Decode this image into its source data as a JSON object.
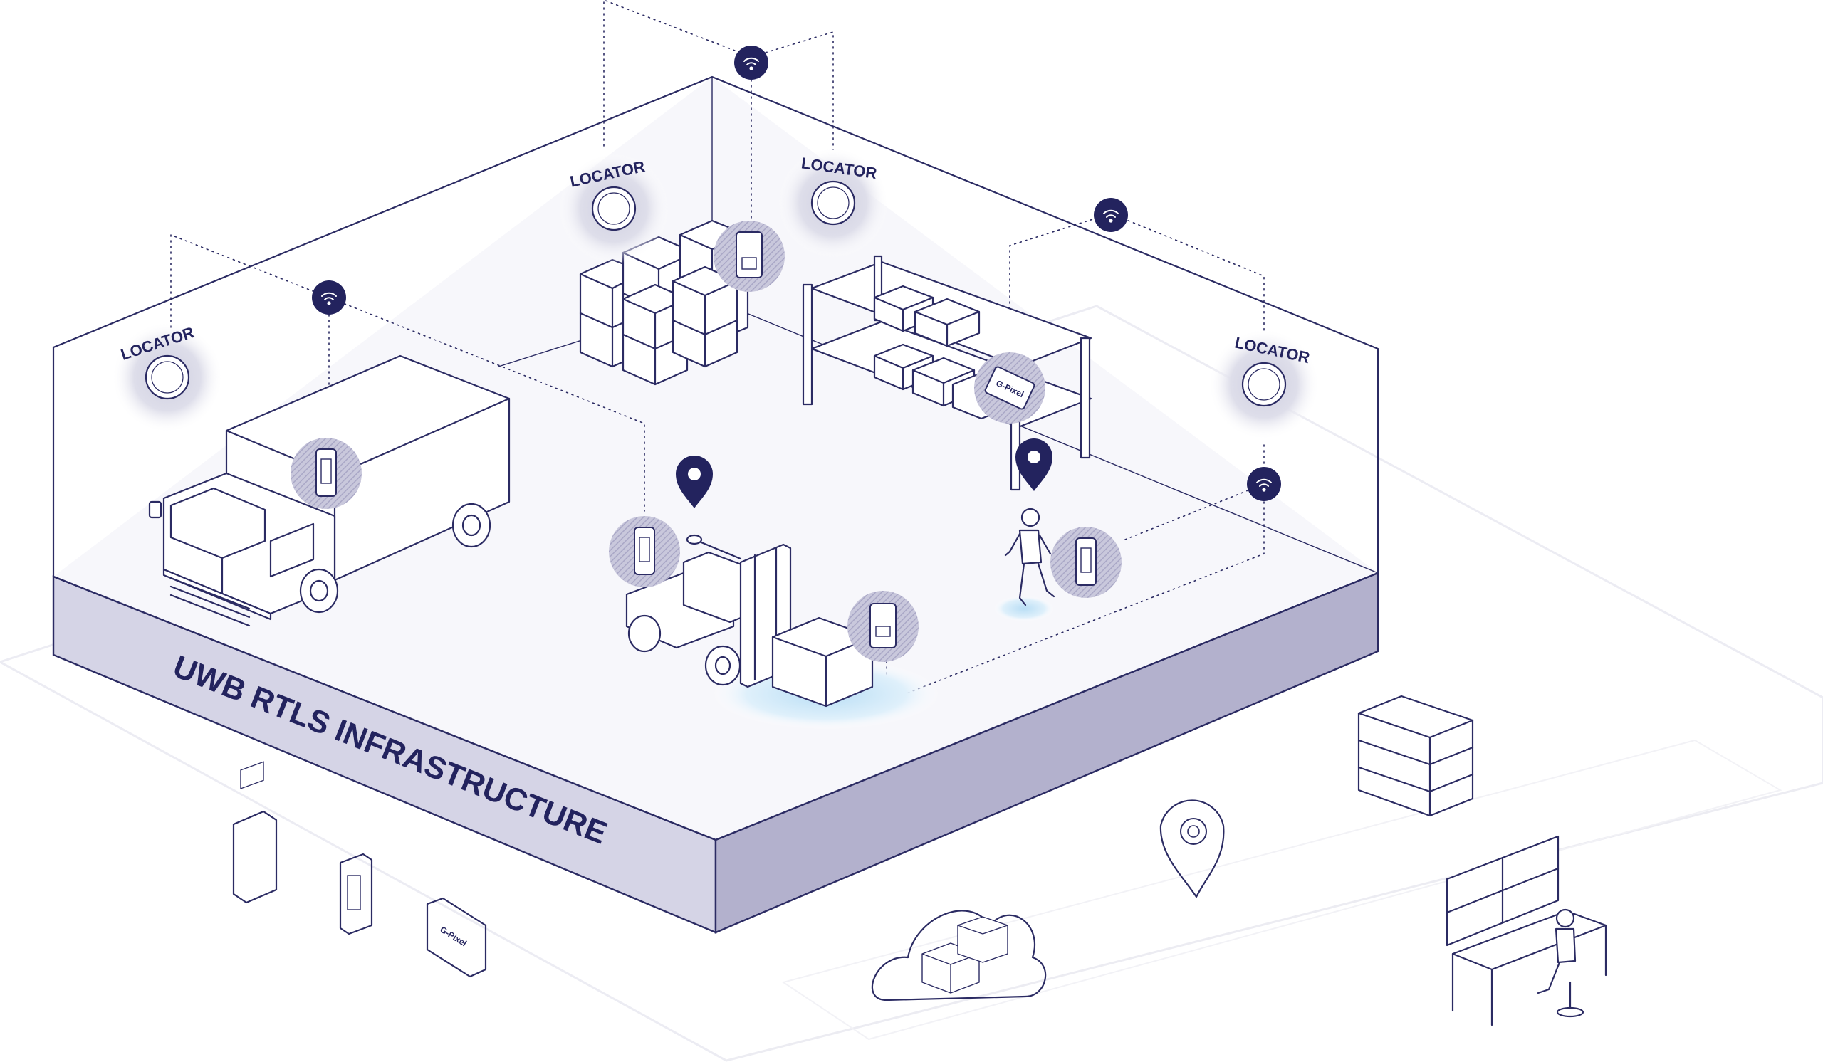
{
  "title": "UWB RTLS INFRASTRUCTURE",
  "locator_label": "LOCATOR",
  "gpixel_label": "G-Pixel",
  "colors": {
    "ink": "#2b2b63",
    "navy": "#23235e",
    "base_front": "#d5d4e6",
    "base_side": "#b3b1cd",
    "halo": "#e6e6ef",
    "floor": "#f7f7fb",
    "ground_glow": "#c9e6f8"
  },
  "icons": {
    "gateway": "wifi-gateway-icon",
    "pin": "location-pin-icon",
    "tag": "tag-device-icon"
  },
  "locators": [
    {
      "id": "locator-1"
    },
    {
      "id": "locator-2"
    },
    {
      "id": "locator-3"
    },
    {
      "id": "locator-4"
    }
  ],
  "gateways": [
    {
      "id": "gateway-top"
    },
    {
      "id": "gateway-left"
    },
    {
      "id": "gateway-right-top"
    },
    {
      "id": "gateway-right-bottom"
    }
  ]
}
